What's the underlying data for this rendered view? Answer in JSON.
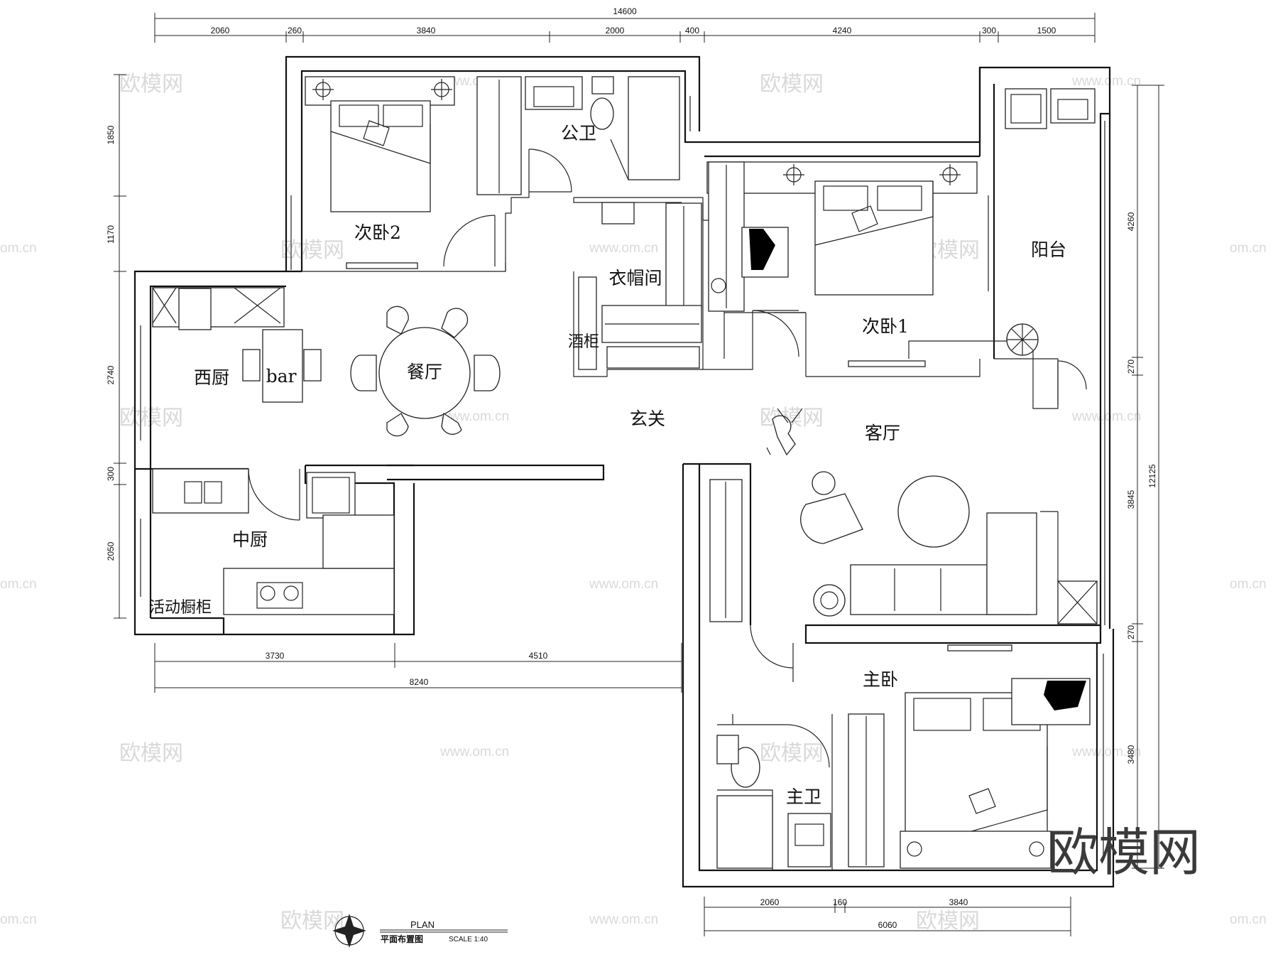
{
  "rooms": {
    "bedroom2": "次卧2",
    "public_bath": "公卫",
    "bedroom1": "次卧1",
    "balcony": "阳台",
    "cloakroom": "衣帽间",
    "wine_cabinet": "酒柜",
    "western_kitchen": "西厨",
    "bar": "bar",
    "dining": "餐厅",
    "foyer": "玄关",
    "living": "客厅",
    "chinese_kitchen": "中厨",
    "movable_cabinet": "活动橱柜",
    "master_bedroom": "主卧",
    "master_bath": "主卫"
  },
  "dimensions": {
    "top_total": "14600",
    "top_segments": [
      "2060",
      "260",
      "3840",
      "2000",
      "400",
      "4240",
      "300",
      "1500"
    ],
    "left_segments": [
      "1850",
      "1170",
      "2740",
      "300",
      "2050"
    ],
    "right_segments": [
      "4260",
      "270",
      "3845",
      "270",
      "3480"
    ],
    "right_total": "12125",
    "mid_bottom_segments": [
      "3730",
      "4510"
    ],
    "mid_bottom_total": "8240",
    "bottom_segments": [
      "2060",
      "160",
      "3840"
    ],
    "bottom_total": "6060"
  },
  "title": {
    "plan": "PLAN",
    "name": "平面布置图",
    "scale": "SCALE 1:40"
  },
  "watermark": {
    "text": "欧模网",
    "url": "www.om.cn",
    "edge": "om.cn",
    "logo": "欧模网"
  }
}
